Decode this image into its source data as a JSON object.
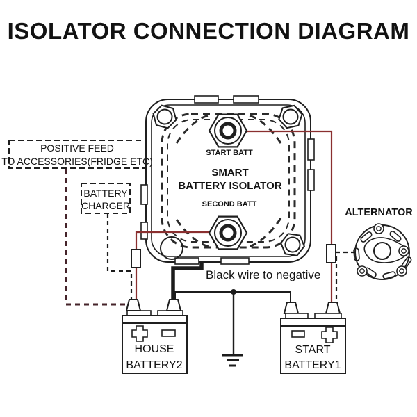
{
  "title": "ISOLATOR CONNECTION DIAGRAM",
  "isolator": {
    "name_line1": "SMART",
    "name_line2": "BATTERY ISOLATOR",
    "top_terminal_label": "START BATT",
    "bottom_terminal_label": "SECOND BATT"
  },
  "boxes": {
    "positive_feed": {
      "line1": "POSITIVE FEED",
      "line2": "TO ACCESSORIES(FRIDGE ETC)"
    },
    "battery_charger": {
      "line1": "BATTERY",
      "line2": "CHARGER"
    }
  },
  "alternator": {
    "label": "ALTERNATOR"
  },
  "batteries": {
    "house": {
      "line1": "HOUSE",
      "line2": "BATTERY2"
    },
    "start": {
      "line1": "START",
      "line2": "BATTERY1"
    }
  },
  "annotations": {
    "black_wire_note": "Black wire to negative"
  },
  "colors": {
    "wire_red": "#8a2f2f",
    "wire_black": "#1c1c1c",
    "dashed_feed": "#45232a",
    "outline": "#1f1f1f"
  }
}
